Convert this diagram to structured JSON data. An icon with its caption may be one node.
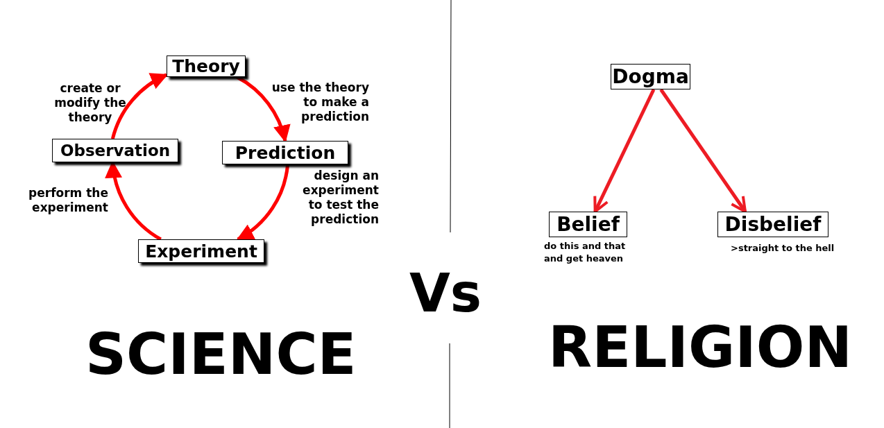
{
  "diagram": {
    "nodes": [
      {
        "text": [
          "Theory"
        ]
      },
      {
        "text": [
          "Prediction"
        ]
      },
      {
        "text": [
          "Experiment"
        ]
      },
      {
        "text": [
          "Observation"
        ]
      },
      {
        "text": [
          "Dogma"
        ]
      },
      {
        "text": [
          "Belief"
        ],
        "beside": [
          "do this and that and get heaven"
        ]
      },
      {
        "text": [
          "Disbelief"
        ],
        "beside": [
          ">straight to the hell"
        ]
      }
    ],
    "edges": [
      {
        "from": 0,
        "to": 1,
        "arrow": "to",
        "label": "use the theory to make a prediction"
      },
      {
        "from": 1,
        "to": 2,
        "arrow": "to",
        "label": "design an experiment to test the prediction"
      },
      {
        "from": 2,
        "to": 3,
        "arrow": "to",
        "label": "perform the experiment"
      },
      {
        "from": 3,
        "to": 0,
        "arrow": "to",
        "label": "create or modify the theory"
      },
      {
        "from": 4,
        "to": 5,
        "arrow": "to"
      },
      {
        "from": 4,
        "to": 6,
        "arrow": "to"
      }
    ],
    "labels": [
      "Vs",
      "SCIENCE",
      "RELIGION"
    ]
  }
}
